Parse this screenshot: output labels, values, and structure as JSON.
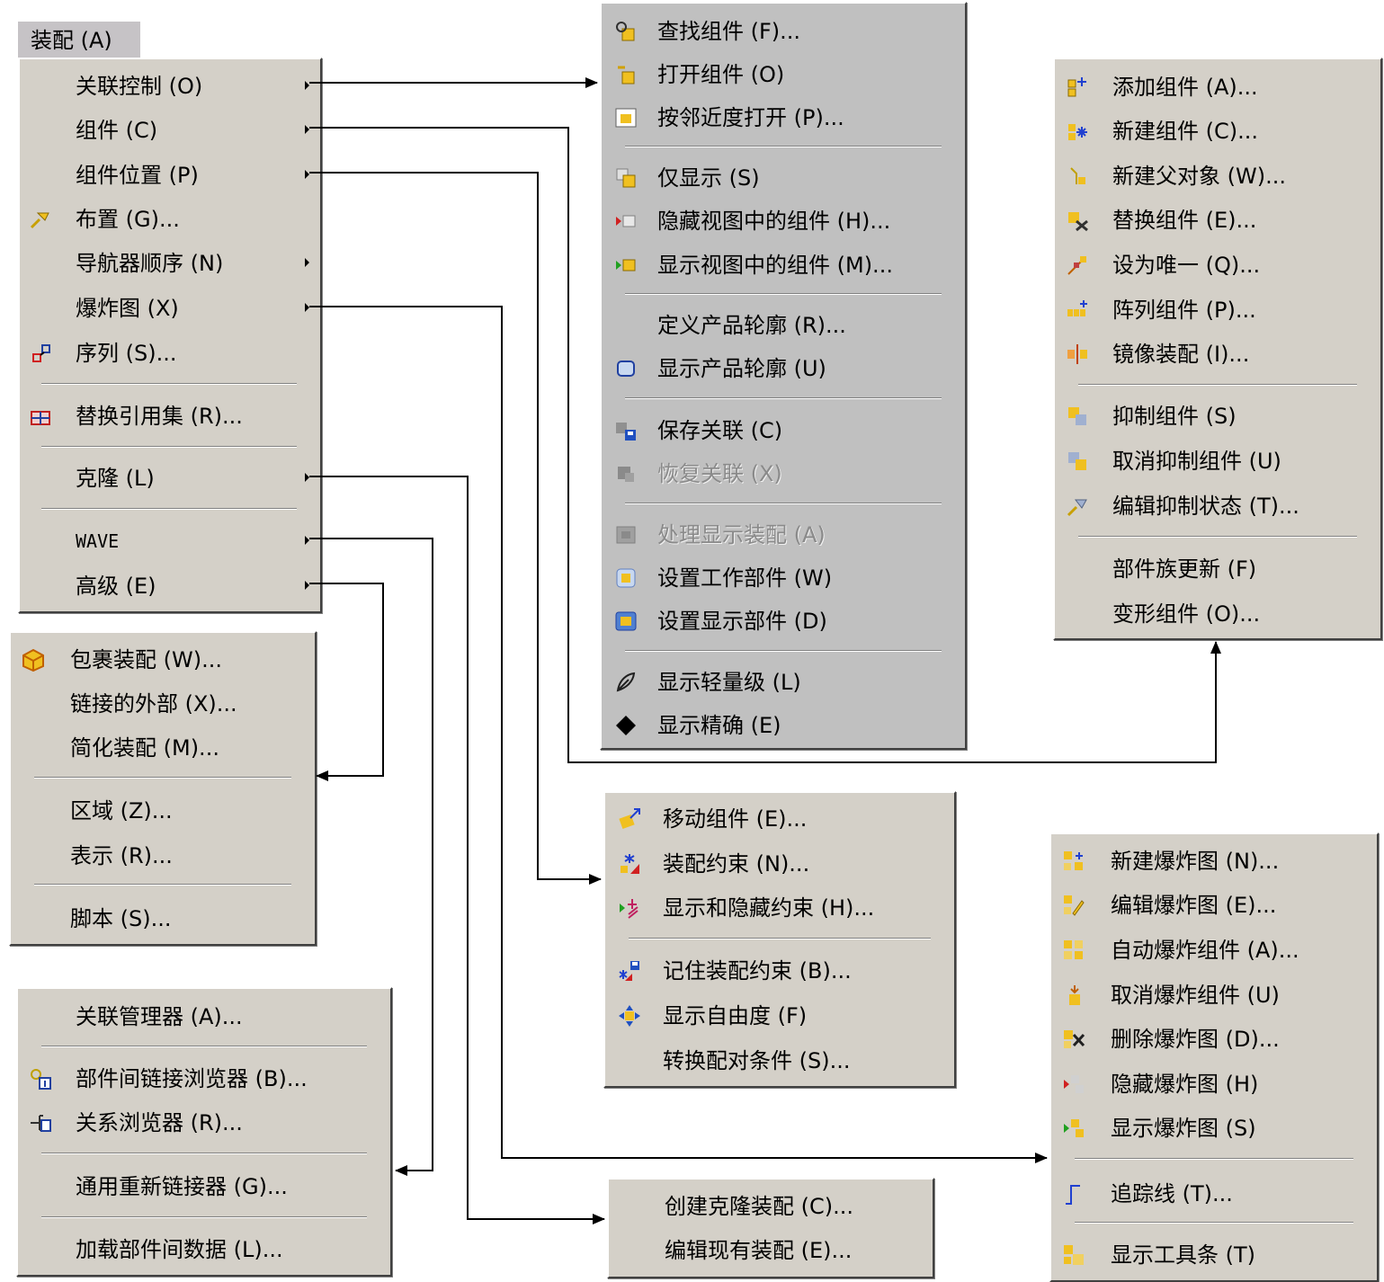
{
  "title": "装配 (A)",
  "main_menu": {
    "items": [
      {
        "label": "关联控制 (O)",
        "icon": "",
        "submenu": true
      },
      {
        "label": "组件 (C)",
        "icon": "",
        "submenu": true
      },
      {
        "label": "组件位置 (P)",
        "icon": "",
        "submenu": true
      },
      {
        "label": "布置 (G)...",
        "icon": "arrangement-icon",
        "submenu": false
      },
      {
        "label": "导航器顺序 (N)",
        "icon": "",
        "submenu": true
      },
      {
        "label": "爆炸图 (X)",
        "icon": "",
        "submenu": true
      },
      {
        "label": "序列 (S)...",
        "icon": "sequence-icon",
        "submenu": false
      },
      {
        "label": "替换引用集 (R)...",
        "icon": "replace-refset-icon",
        "submenu": false
      },
      {
        "label": "克隆 (L)",
        "icon": "",
        "submenu": true
      },
      {
        "label": "WAVE",
        "icon": "",
        "submenu": true
      },
      {
        "label": "高级 (E)",
        "icon": "",
        "submenu": true
      }
    ]
  },
  "context_menu": {
    "items": [
      {
        "label": "查找组件 (F)...",
        "icon": "find-component-icon",
        "disabled": false
      },
      {
        "label": "打开组件 (O)",
        "icon": "open-component-icon",
        "disabled": false
      },
      {
        "label": "按邻近度打开 (P)...",
        "icon": "open-proximity-icon",
        "disabled": false
      },
      {
        "label": "仅显示 (S)",
        "icon": "show-only-icon",
        "disabled": false
      },
      {
        "label": "隐藏视图中的组件 (H)...",
        "icon": "hide-in-view-icon",
        "disabled": false
      },
      {
        "label": "显示视图中的组件 (M)...",
        "icon": "show-in-view-icon",
        "disabled": false
      },
      {
        "label": "定义产品轮廓 (R)...",
        "icon": "",
        "disabled": false
      },
      {
        "label": "显示产品轮廓 (U)",
        "icon": "product-outline-icon",
        "disabled": false
      },
      {
        "label": "保存关联 (C)",
        "icon": "save-context-icon",
        "disabled": false
      },
      {
        "label": "恢复关联 (X)",
        "icon": "restore-context-icon",
        "disabled": true
      },
      {
        "label": "处理显示装配 (A)",
        "icon": "process-display-icon",
        "disabled": true
      },
      {
        "label": "设置工作部件 (W)",
        "icon": "set-work-part-icon",
        "disabled": false
      },
      {
        "label": "设置显示部件 (D)",
        "icon": "set-display-part-icon",
        "disabled": false
      },
      {
        "label": "显示轻量级 (L)",
        "icon": "lightweight-icon",
        "disabled": false
      },
      {
        "label": "显示精确 (E)",
        "icon": "exact-diamond-icon",
        "disabled": false
      }
    ]
  },
  "component_menu": {
    "items": [
      {
        "label": "添加组件 (A)...",
        "icon": "add-component-icon"
      },
      {
        "label": "新建组件 (C)...",
        "icon": "new-component-icon"
      },
      {
        "label": "新建父对象 (W)...",
        "icon": "new-parent-icon"
      },
      {
        "label": "替换组件 (E)...",
        "icon": "replace-component-icon"
      },
      {
        "label": "设为唯一 (Q)...",
        "icon": "make-unique-icon"
      },
      {
        "label": "阵列组件 (P)...",
        "icon": "pattern-component-icon"
      },
      {
        "label": "镜像装配 (I)...",
        "icon": "mirror-assembly-icon"
      },
      {
        "label": "抑制组件 (S)",
        "icon": "suppress-component-icon"
      },
      {
        "label": "取消抑制组件 (U)",
        "icon": "unsuppress-component-icon"
      },
      {
        "label": "编辑抑制状态 (T)...",
        "icon": "edit-suppression-icon"
      },
      {
        "label": "部件族更新 (F)",
        "icon": ""
      },
      {
        "label": "变形组件 (O)...",
        "icon": ""
      }
    ]
  },
  "advanced_menu": {
    "items": [
      {
        "label": "包裹装配 (W)...",
        "icon": "wrap-assembly-icon"
      },
      {
        "label": "链接的外部 (X)...",
        "icon": ""
      },
      {
        "label": "简化装配 (M)...",
        "icon": ""
      },
      {
        "label": "区域 (Z)...",
        "icon": ""
      },
      {
        "label": "表示 (R)...",
        "icon": ""
      },
      {
        "label": "脚本 (S)...",
        "icon": ""
      }
    ]
  },
  "position_menu": {
    "items": [
      {
        "label": "移动组件 (E)...",
        "icon": "move-component-icon"
      },
      {
        "label": "装配约束 (N)...",
        "icon": "assembly-constraint-icon"
      },
      {
        "label": "显示和隐藏约束 (H)...",
        "icon": "show-hide-constraint-icon"
      },
      {
        "label": "记住装配约束 (B)...",
        "icon": "remember-constraint-icon"
      },
      {
        "label": "显示自由度 (F)",
        "icon": "degrees-freedom-icon"
      },
      {
        "label": "转换配对条件 (S)...",
        "icon": ""
      }
    ]
  },
  "explode_menu": {
    "items": [
      {
        "label": "新建爆炸图 (N)...",
        "icon": "new-explosion-icon"
      },
      {
        "label": "编辑爆炸图 (E)...",
        "icon": "edit-explosion-icon"
      },
      {
        "label": "自动爆炸组件 (A)...",
        "icon": "auto-explode-icon"
      },
      {
        "label": "取消爆炸组件 (U)",
        "icon": "unexplode-icon"
      },
      {
        "label": "删除爆炸图 (D)...",
        "icon": "delete-explosion-icon"
      },
      {
        "label": "隐藏爆炸图 (H)",
        "icon": "hide-explosion-icon"
      },
      {
        "label": "显示爆炸图 (S)",
        "icon": "show-explosion-icon"
      },
      {
        "label": "追踪线 (T)...",
        "icon": "tracelines-icon"
      },
      {
        "label": "显示工具条 (T)",
        "icon": "show-toolbar-icon"
      }
    ]
  },
  "wave_menu": {
    "items": [
      {
        "label": "关联管理器 (A)...",
        "icon": ""
      },
      {
        "label": "部件间链接浏览器 (B)...",
        "icon": "interpart-browser-icon"
      },
      {
        "label": "关系浏览器 (R)...",
        "icon": "relation-browser-icon"
      },
      {
        "label": "通用重新链接器 (G)...",
        "icon": ""
      },
      {
        "label": "加载部件间数据 (L)...",
        "icon": ""
      }
    ]
  },
  "clone_menu": {
    "items": [
      {
        "label": "创建克隆装配 (C)...",
        "icon": ""
      },
      {
        "label": "编辑现有装配 (E)...",
        "icon": ""
      }
    ]
  },
  "colors": {
    "menu_bg": "#d4d0c8",
    "context_bg": "#c0c0c0",
    "title_bg": "#c6c3c6",
    "connector": "#000000"
  }
}
